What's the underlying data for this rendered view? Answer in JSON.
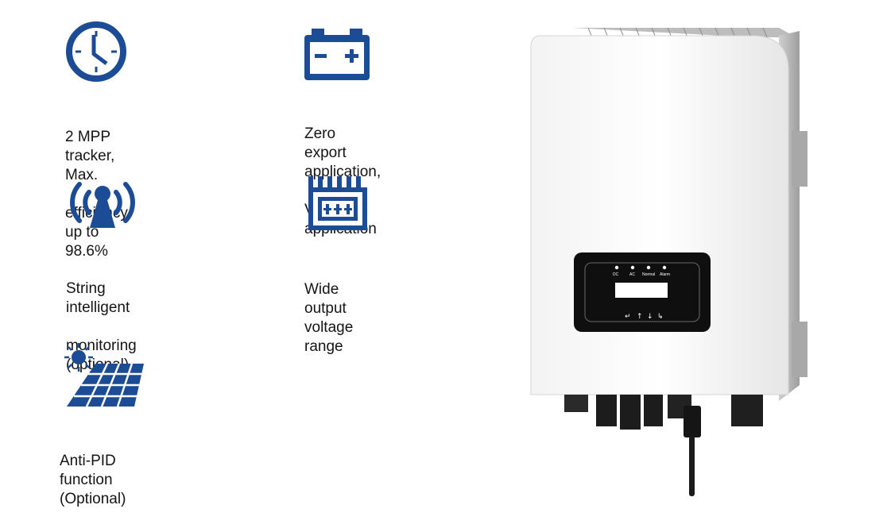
{
  "colors": {
    "accent": "#1d4c97",
    "text": "#141414",
    "panel": "#0f0f0f"
  },
  "features": [
    {
      "icon": "clock-icon",
      "lines": [
        "2 MPP tracker, Max.",
        "efficiency up to 98.6%"
      ]
    },
    {
      "icon": "battery-icon",
      "lines": [
        "Zero export application,",
        "VSG application"
      ]
    },
    {
      "icon": "signal-tower-icon",
      "lines": [
        "String intelligent",
        "monitoring (optional)"
      ]
    },
    {
      "icon": "voltage-board-icon",
      "lines": [
        "Wide output voltage range"
      ]
    },
    {
      "icon": "solar-panel-icon",
      "lines": [
        "Anti-PID function (Optional)"
      ]
    }
  ],
  "inverter": {
    "indicators": [
      "DC",
      "AC",
      "Normal",
      "Alarm"
    ],
    "buttons": [
      "↵",
      "↑",
      "↓",
      "↳"
    ]
  }
}
